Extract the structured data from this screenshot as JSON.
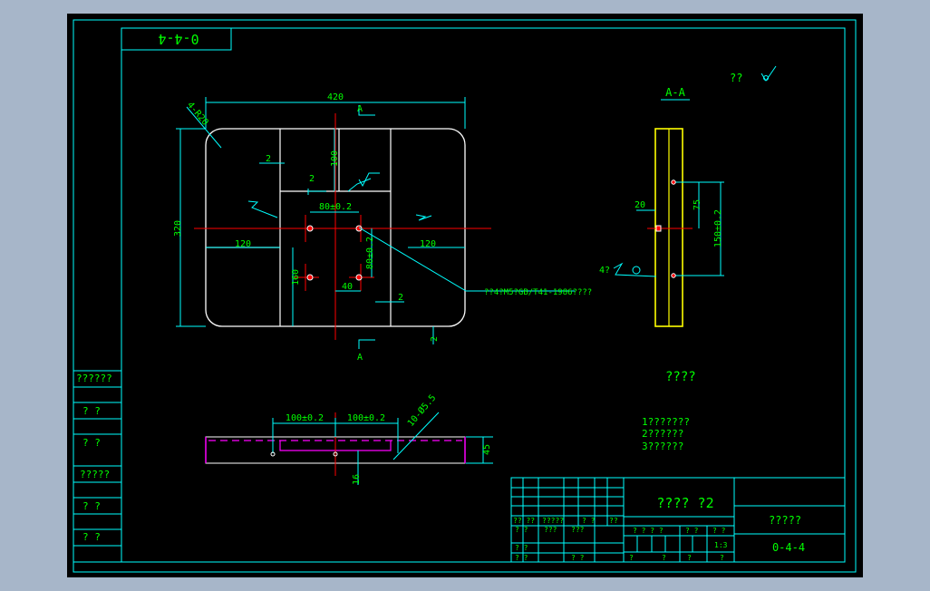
{
  "drawing_number_flipped": "0-4-4",
  "drawing_number": "0-4-4",
  "plan": {
    "width_dim": "420",
    "height_dim": "320",
    "corner_label": "4-R20",
    "section_label_top": "A",
    "section_label_bottom": "A",
    "dim_2a": "2",
    "dim_2b": "2",
    "dim_2c": "2",
    "dim_2d": "2",
    "dim_100": "100",
    "dim_80": "80±0.2",
    "dim_80v": "80±0.2",
    "dim_120l": "120",
    "dim_120r": "120",
    "dim_160": "160",
    "dim_40": "40",
    "leader_text": "??4?M5?GB/T41-1986????"
  },
  "section": {
    "title": "A-A",
    "dim_20": "20",
    "dim_75": "75",
    "dim_150": "150±0.2",
    "dim_4": "4?"
  },
  "front": {
    "dim_100a": "100±0.2",
    "dim_100b": "100±0.2",
    "dim_45": "45",
    "dim_16": "16",
    "hole_label": "10-Ø5.5"
  },
  "roughness": "??",
  "notes_title": "????",
  "notes": [
    "1???????",
    "2??????",
    "3??????"
  ],
  "left_strip": [
    "??????",
    "?  ?",
    "?  ?",
    "?????",
    "?  ?",
    "?  ?"
  ],
  "title_block": {
    "part_name": "????  ?2",
    "org": "?????",
    "code": "0-4-4",
    "scale": "1:3",
    "hdr1": "?? ??",
    "hdr2": "?????",
    "hdr3": "? ?",
    "hdr4": "??",
    "hdr5": "? ?",
    "hdr6": "???",
    "hdr7": "???",
    "hdr8": "? ?",
    "hdr9": "? ?",
    "hdr10": "? ?",
    "stage": "? ? ? ?",
    "weight": "? ?",
    "ratio": "? ?",
    "sheet_a": "?",
    "sheet_b": "?",
    "sheet_c": "?",
    "sheet_d": "?"
  },
  "colors": {
    "frame": "#00ffff",
    "text": "#00ff00",
    "outline": "#ffffff",
    "center": "#ff0000",
    "hidden": "#ff00ff",
    "section": "#ffff00"
  }
}
